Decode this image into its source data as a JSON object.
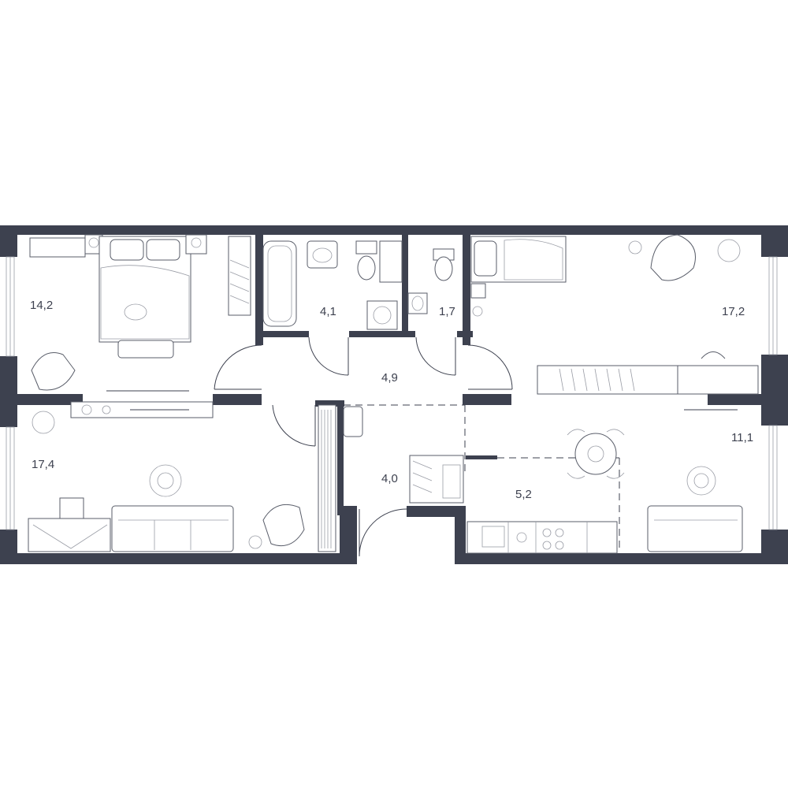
{
  "floor_plan": {
    "rooms": [
      {
        "id": "bedroom-1",
        "area": "14,2"
      },
      {
        "id": "bathroom",
        "area": "4,1"
      },
      {
        "id": "toilet",
        "area": "1,7"
      },
      {
        "id": "bedroom-2",
        "area": "17,2"
      },
      {
        "id": "hallway",
        "area": "4,9"
      },
      {
        "id": "living-room",
        "area": "17,4"
      },
      {
        "id": "entrance-hall",
        "area": "4,0"
      },
      {
        "id": "kitchen",
        "area": "5,2"
      },
      {
        "id": "dining-room",
        "area": "11,1"
      }
    ],
    "colors": {
      "walls": "#3d414f",
      "furniture": "#5a5e6a",
      "background": "#ffffff"
    }
  }
}
